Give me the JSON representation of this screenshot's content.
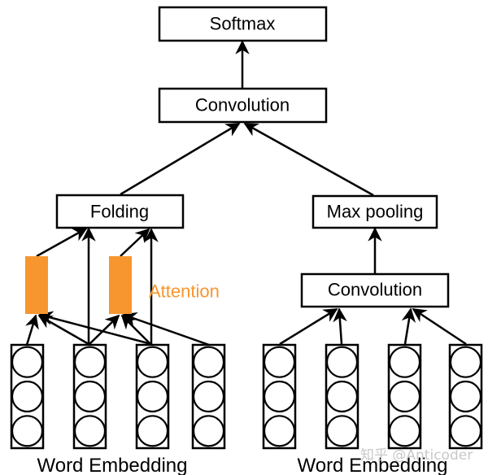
{
  "diagram": {
    "nodes": {
      "softmax": {
        "label": "Softmax"
      },
      "convolution_top": {
        "label": "Convolution"
      },
      "folding": {
        "label": "Folding"
      },
      "max_pooling": {
        "label": "Max pooling"
      },
      "convolution_right": {
        "label": "Convolution"
      }
    },
    "attention": {
      "label": "Attention",
      "color": "#f7962f"
    },
    "left_branch": {
      "caption": "Word Embedding",
      "columns": 4,
      "nodes_per_column": 3
    },
    "right_branch": {
      "caption": "Word Embedding",
      "columns": 4,
      "nodes_per_column": 3
    },
    "edges": [
      {
        "from": "convolution_top",
        "to": "softmax"
      },
      {
        "from": "folding",
        "to": "convolution_top"
      },
      {
        "from": "max_pooling",
        "to": "convolution_top"
      },
      {
        "from": "convolution_right",
        "to": "max_pooling"
      },
      {
        "from": "attention_1",
        "to": "folding"
      },
      {
        "from": "left_embedding_2",
        "to": "folding"
      },
      {
        "from": "attention_2",
        "to": "folding"
      },
      {
        "from": "left_embedding_3",
        "to": "folding"
      },
      {
        "from": "left_embedding_1",
        "to": "attention_1"
      },
      {
        "from": "left_embedding_2",
        "to": "attention_1"
      },
      {
        "from": "left_embedding_3",
        "to": "attention_1"
      },
      {
        "from": "left_embedding_2",
        "to": "attention_2"
      },
      {
        "from": "left_embedding_3",
        "to": "attention_2"
      },
      {
        "from": "left_embedding_4",
        "to": "attention_2"
      },
      {
        "from": "right_embedding_1",
        "to": "convolution_right"
      },
      {
        "from": "right_embedding_2",
        "to": "convolution_right"
      },
      {
        "from": "right_embedding_3",
        "to": "convolution_right"
      },
      {
        "from": "right_embedding_4",
        "to": "convolution_right"
      }
    ],
    "watermark": "知乎 @Anticoder"
  }
}
